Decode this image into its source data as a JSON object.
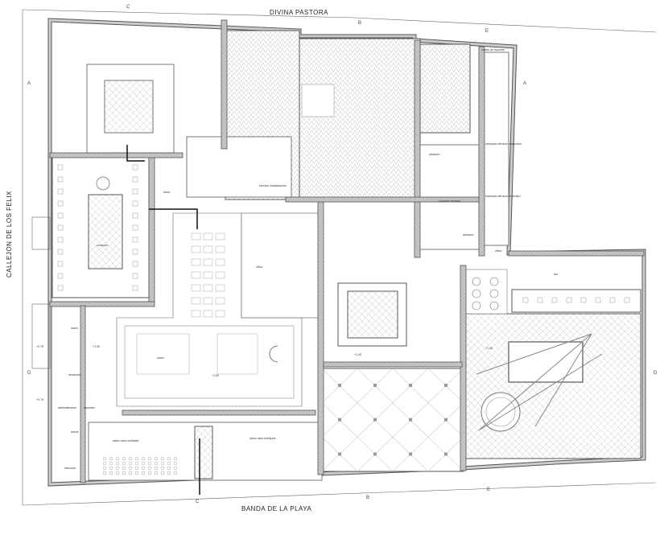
{
  "streets": {
    "north": "DIVINA PASTORA",
    "south": "BANDA DE LA PLAYA",
    "west": "CALLEJON DE LOS FELIX"
  },
  "section_markers": [
    "A",
    "B",
    "C",
    "D",
    "E"
  ],
  "rooms": {
    "salon": "salon",
    "recepcion": "recepcion",
    "administracion": "administracion",
    "deposito": "deposito",
    "direccion": "direccion",
    "aseos": "aseos",
    "salon_usos_multiples": "salon usos multiples",
    "comedor": "comedor",
    "barra": "barra",
    "oficio": "oficio",
    "servicio_instalaciones": "servicio instalaciones",
    "almacen": "almacen",
    "comedor_servicio": "comedor servicio",
    "cuarto_basuras": "cuarto de basuras",
    "vestuario_m": "vestuario servicio masculino",
    "vestuario_f": "vestuario servicio femenino",
    "bar": "bar"
  },
  "levels": {
    "l1": "+1.00",
    "l2": "+0.75",
    "l3": "+1.40"
  }
}
